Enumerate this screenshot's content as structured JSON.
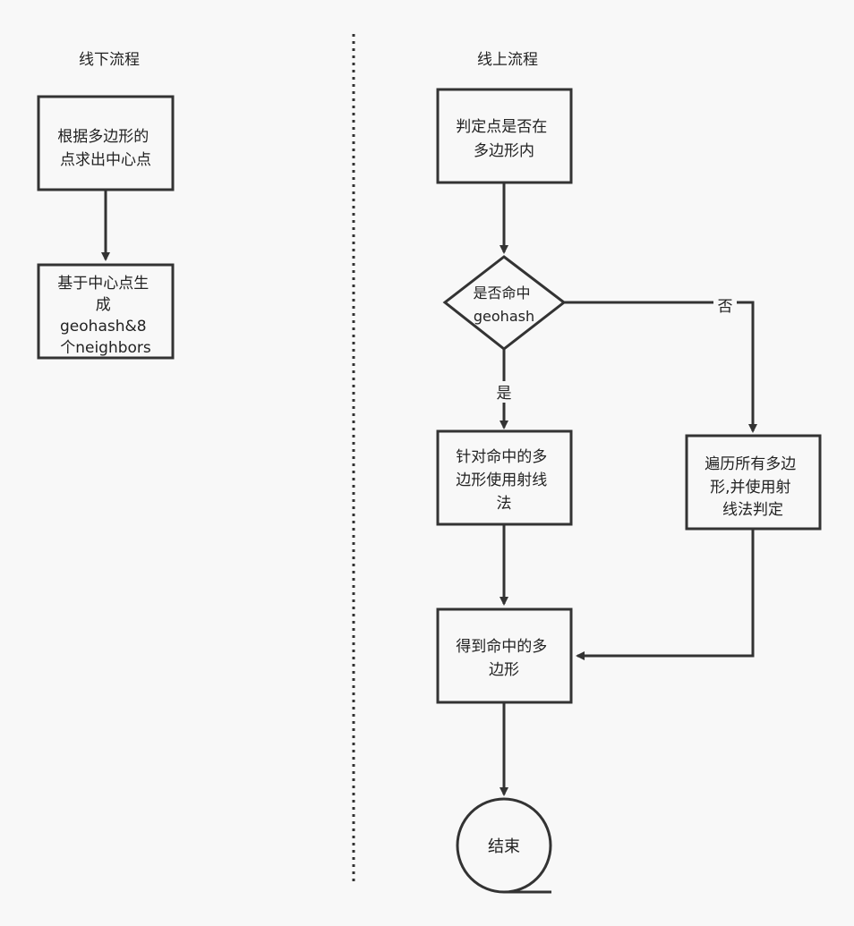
{
  "columns": {
    "offline_title": "线下流程",
    "online_title": "线上流程"
  },
  "offline": {
    "step1": [
      "根据多边形的",
      "点求出中心点"
    ],
    "step2": [
      "基于中心点生",
      "成",
      "geohash&8",
      "个neighbors"
    ]
  },
  "online": {
    "step1": [
      "判定点是否在",
      "多边形内"
    ],
    "decision": [
      "是否命中",
      "geohash"
    ],
    "yes_label": "是",
    "no_label": "否",
    "yes_step": [
      "针对命中的多",
      "边形使用射线",
      "法"
    ],
    "no_step": [
      "遍历所有多边",
      "形,并使用射",
      "线法判定"
    ],
    "result_step": [
      "得到命中的多",
      "边形"
    ],
    "end": "结束"
  },
  "colors": {
    "background": "#f8f8f8",
    "stroke": "#333333",
    "box_fill": "#f8f8f8"
  }
}
